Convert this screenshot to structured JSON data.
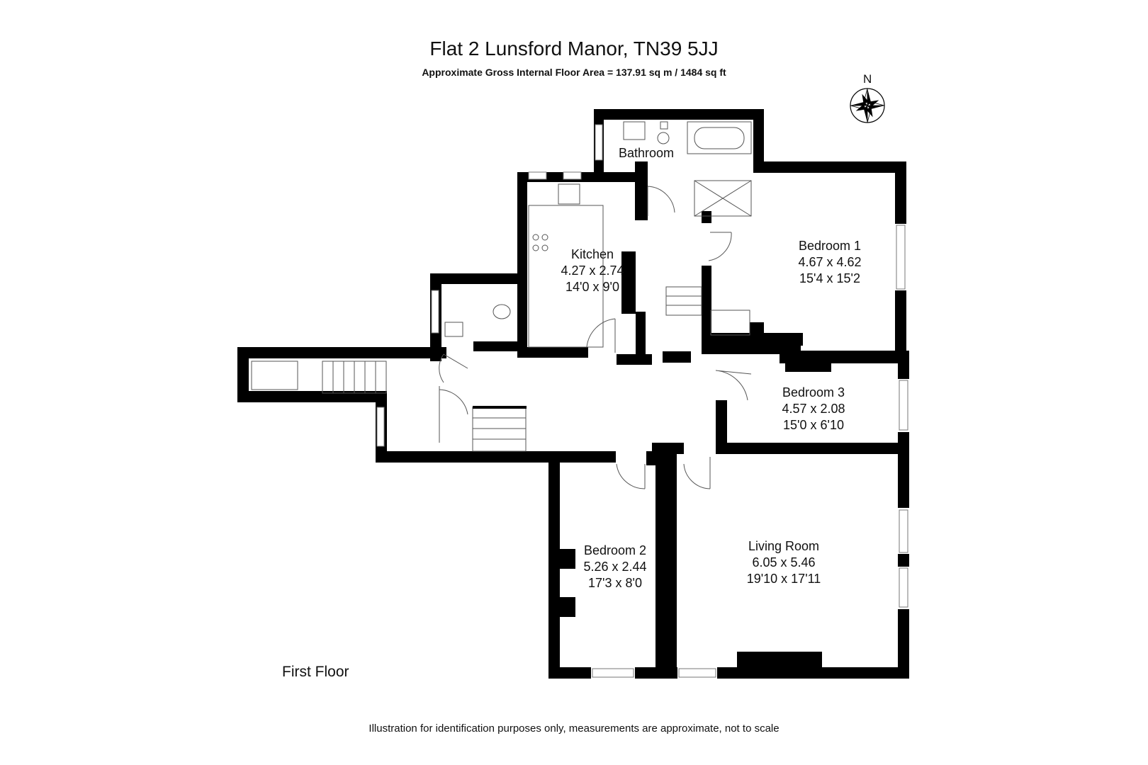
{
  "header": {
    "title": "Flat 2 Lunsford Manor, TN39 5JJ",
    "subtitle": "Approximate Gross Internal Floor Area = 137.91 sq m / 1484 sq ft"
  },
  "compass": {
    "label": "N",
    "icon": "compass-rose-icon"
  },
  "floor_label": "First Floor",
  "rooms": {
    "bathroom": {
      "name": "Bathroom",
      "dim_m": "",
      "dim_ft": ""
    },
    "kitchen": {
      "name": "Kitchen",
      "dim_m": "4.27 x 2.74",
      "dim_ft": "14'0 x 9'0"
    },
    "bedroom1": {
      "name": "Bedroom 1",
      "dim_m": "4.67 x 4.62",
      "dim_ft": "15'4 x 15'2"
    },
    "bedroom3": {
      "name": "Bedroom 3",
      "dim_m": "4.57 x 2.08",
      "dim_ft": "15'0 x 6'10"
    },
    "bedroom2": {
      "name": "Bedroom 2",
      "dim_m": "5.26 x 2.44",
      "dim_ft": "17'3 x 8'0"
    },
    "living": {
      "name": "Living Room",
      "dim_m": "6.05 x 5.46",
      "dim_ft": "19'10 x 17'11"
    }
  },
  "footer": {
    "disclaimer": "Illustration for identification purposes only, measurements are approximate, not to scale"
  },
  "colors": {
    "wall": "#000000",
    "background": "#ffffff",
    "fixture": "#555555"
  }
}
